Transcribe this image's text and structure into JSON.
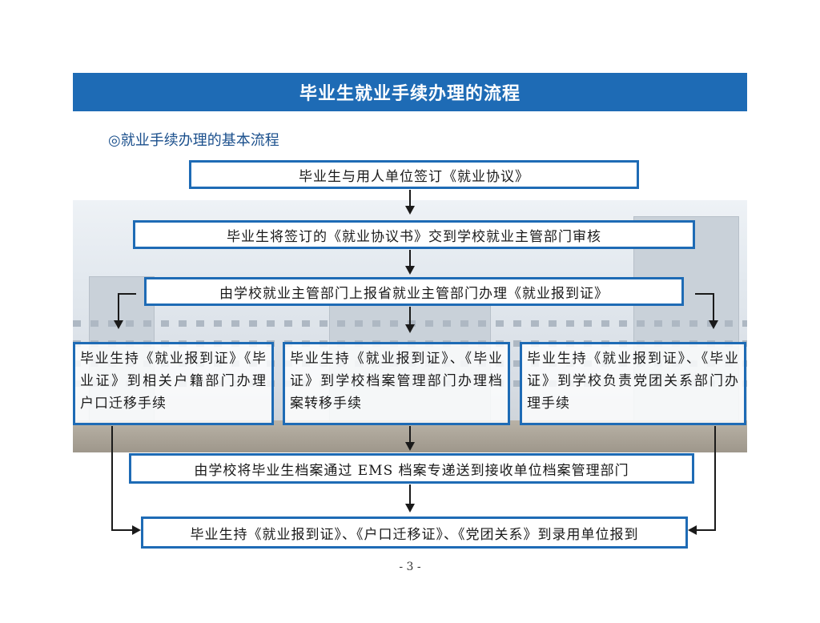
{
  "title": "毕业生就业手续办理的流程",
  "subtitle": "◎就业手续办理的基本流程",
  "steps": {
    "sign": "毕业生与用人单位签订《就业协议》",
    "submit": "毕业生将签订的《就业协议书》交到学校就业主管部门审核",
    "report": "由学校就业主管部门上报省就业主管部门办理《就业报到证》",
    "hukou": "毕业生持《就业报到证》《毕业证》到相关户籍部门办理户口迁移手续",
    "archive": "毕业生持《就业报到证》、《毕业证》到学校档案管理部门办理档案转移手续",
    "party": "毕业生持《就业报到证》、《毕业证》到学校负责党团关系部门办理手续",
    "ems": "由学校将毕业生档案通过 EMS 档案专递送到接收单位档案管理部门",
    "final": "毕业生持《就业报到证》、《户口迁移证》、《党团关系》到录用单位报到"
  },
  "page_number": "- 3 -",
  "colors": {
    "accent": "#1e6bb5",
    "arrow": "#1a1a1a"
  }
}
